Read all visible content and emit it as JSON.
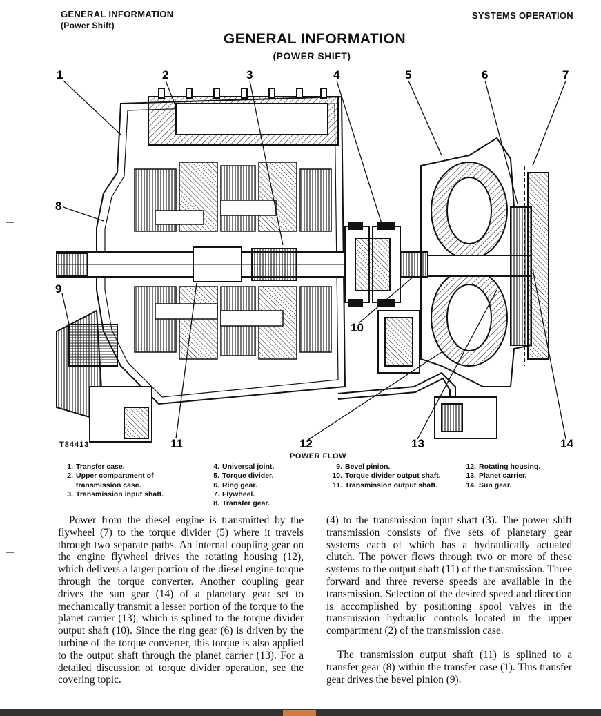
{
  "header": {
    "left_title": "GENERAL INFORMATION",
    "left_subtitle": "(Power Shift)",
    "right_title": "SYSTEMS OPERATION"
  },
  "title": "GENERAL INFORMATION",
  "subtitle": "(POWER SHIFT)",
  "figure": {
    "callouts": [
      "1",
      "2",
      "3",
      "4",
      "5",
      "6",
      "7",
      "8",
      "9",
      "10",
      "11",
      "12",
      "13",
      "14"
    ],
    "id": "T84413",
    "caption": "POWER FLOW"
  },
  "legend": {
    "col1": [
      {
        "num": "1.",
        "text": "Transfer case."
      },
      {
        "num": "2.",
        "text": "Upper compartment of transmission case."
      },
      {
        "num": "3.",
        "text": "Transmission input shaft."
      }
    ],
    "col2": [
      {
        "num": "4.",
        "text": "Universal joint."
      },
      {
        "num": "5.",
        "text": "Torque divider."
      },
      {
        "num": "6.",
        "text": "Ring gear."
      },
      {
        "num": "7.",
        "text": "Flywheel."
      },
      {
        "num": "8.",
        "text": "Transfer gear."
      }
    ],
    "col3": [
      {
        "num": "9.",
        "text": "Bevel pinion."
      },
      {
        "num": "10.",
        "text": "Torque divider output shaft."
      },
      {
        "num": "11.",
        "text": "Transmission output shaft."
      }
    ],
    "col4": [
      {
        "num": "12.",
        "text": "Rotating housing."
      },
      {
        "num": "13.",
        "text": "Planet carrier."
      },
      {
        "num": "14.",
        "text": "Sun gear."
      }
    ]
  },
  "body": {
    "left": [
      "Power from the diesel engine is transmitted by the flywheel (7) to the torque divider (5) where it travels through two separate paths. An internal coupling gear on the engine flywheel drives the rotating housing (12), which delivers a larger portion of the diesel engine torque through the torque converter. Another coupling gear drives the sun gear (14) of a planetary gear set to mechanically transmit a lesser portion of the torque to the planet carrier (13), which is splined to the torque divider output shaft (10). Since the ring gear (6) is driven by the turbine of the torque converter, this torque is also applied to the output shaft through the planet carrier (13). For a detailed discussion of torque divider operation, see the covering topic."
    ],
    "right": [
      "(4) to the transmission input shaft (3). The power shift transmission consists of five sets of planetary gear systems each of which has a hydraulically actuated clutch. The power flows through two or more of these systems to the output shaft (11) of the transmission. Three forward and three reverse speeds are available in the transmission. Selection of the desired speed and direction is accomplished by positioning spool valves in the transmission hydraulic controls located in the upper compartment (2) of the transmission case.",
      "The transmission output shaft (11) is splined to a transfer gear (8) within the transfer case (1). This transfer gear drives the bevel pinion (9)."
    ]
  }
}
